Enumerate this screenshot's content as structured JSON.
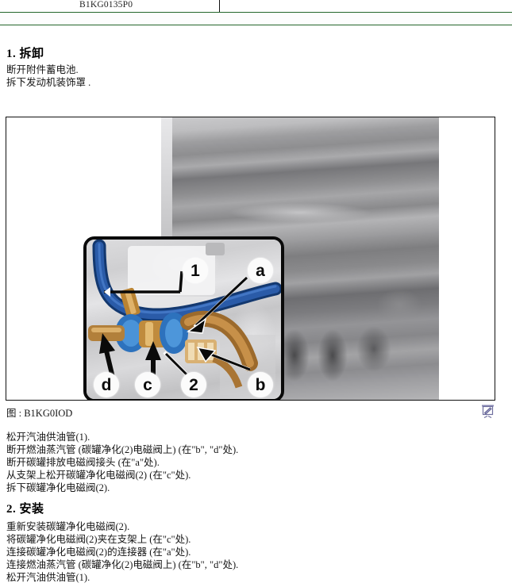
{
  "header": {
    "code": "B1KG0135P0"
  },
  "sections": [
    {
      "id": "removal",
      "heading": "1. 拆卸",
      "intro_lines": [
        "断开附件蓄电池.",
        "拆下发动机装饰罩 ."
      ],
      "steps": [
        "松开汽油供油管(1).",
        "断开燃油蒸汽管 (碳罐净化(2)电磁阀上) (在\"b\", \"d\"处).",
        "断开碳罐排放电磁阀接头 (在\"a\"处).",
        "从支架上松开碳罐净化电磁阀(2) (在\"c\"处).",
        "拆下碳罐净化电磁阀(2)."
      ]
    },
    {
      "id": "installation",
      "heading": "2. 安装",
      "steps": [
        "重新安装碳罐净化电磁阀(2).",
        "将碳罐净化电磁阀(2)夹在支架上 (在\"c\"处).",
        "连接碳罐净化电磁阀(2)的连接器 (在\"a\"处).",
        "连接燃油蒸汽管 (碳罐净化(2)电磁阀上) (在\"b\", \"d\"处).",
        "松开汽油供油管(1)."
      ]
    }
  ],
  "figure": {
    "caption": "图 : B1KG0IOD",
    "caption_icon": "presentation-icon",
    "callouts": [
      {
        "label": "1",
        "kind": "part-number"
      },
      {
        "label": "a",
        "kind": "location-letter"
      },
      {
        "label": "d",
        "kind": "location-letter"
      },
      {
        "label": "c",
        "kind": "location-letter"
      },
      {
        "label": "2",
        "kind": "part-number"
      },
      {
        "label": "b",
        "kind": "location-letter"
      }
    ]
  },
  "colors": {
    "rule_green": "#24662b",
    "frame_black": "#111111",
    "hose_blue": "#1b4f9c",
    "clamp_blue": "#2f7fd0",
    "brass": "#b07a32",
    "callout_bg": "#fbfbfb"
  }
}
